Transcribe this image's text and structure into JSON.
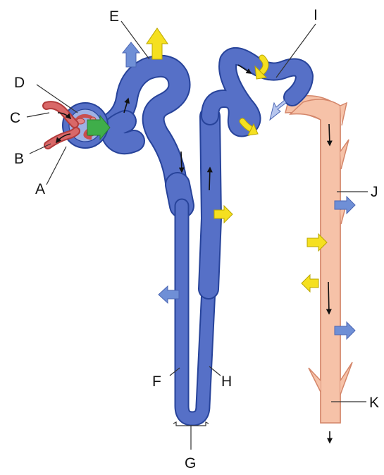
{
  "labels": {
    "a": "A",
    "b": "B",
    "c": "C",
    "d": "D",
    "e": "E",
    "f": "F",
    "g": "G",
    "h": "H",
    "i": "I",
    "j": "J",
    "k": "K"
  },
  "colors": {
    "nephron_tubule": "#5670c7",
    "nephron_outline": "#27439a",
    "collecting_duct": "#f6c2a8",
    "blood_vessel": "#c94f4f",
    "filtration_arrow": "#3fae4a",
    "reabsorption_arrow": "#6f8fd6",
    "water_arrow": "#f5e020",
    "flow_arrow": "#111111"
  }
}
